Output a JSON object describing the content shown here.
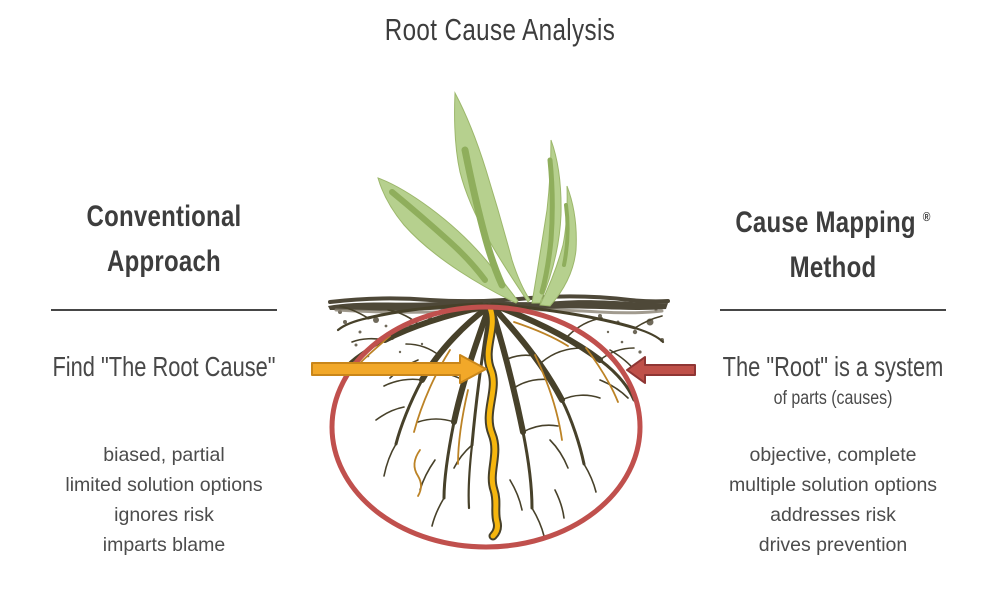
{
  "title": "Root Cause Analysis",
  "left": {
    "heading_line1": "Conventional",
    "heading_line2": "Approach",
    "statement": "Find \"The Root Cause\"",
    "items": [
      "biased, partial",
      "limited solution options",
      "ignores risk",
      "imparts blame"
    ]
  },
  "right": {
    "heading_line1": "Cause Mapping",
    "registered_mark": "®",
    "heading_line2": "Method",
    "statement": "The \"Root\" is a system",
    "statement_sub": "of parts (causes)",
    "items": [
      "objective, complete",
      "multiple solution options",
      "addresses risk",
      "drives prevention"
    ]
  },
  "illustration": {
    "description": "plant with root system circled in red; yellow arrow points at single highlighted root, red arrow points at whole root system",
    "colors": {
      "leaf_green": "#b6d08e",
      "leaf_dark_green": "#8fae5c",
      "leaf_outline": "#9cb76b",
      "soil_brown": "#4e4838",
      "soil_gray": "#8a8273",
      "speckle": "#57503e",
      "root_dark": "#47412a",
      "root_accent_orange": "#bc8326",
      "highlight_root_yellow": "#f6b60e",
      "circle_red": "#c0504d",
      "arrow_yellow_fill": "#f2a829",
      "arrow_yellow_stroke": "#c9861a",
      "arrow_red_fill": "#bf5049",
      "arrow_red_stroke": "#8f3634",
      "heading_text": "#3d3d3d",
      "body_text": "#4c4c4c"
    }
  }
}
